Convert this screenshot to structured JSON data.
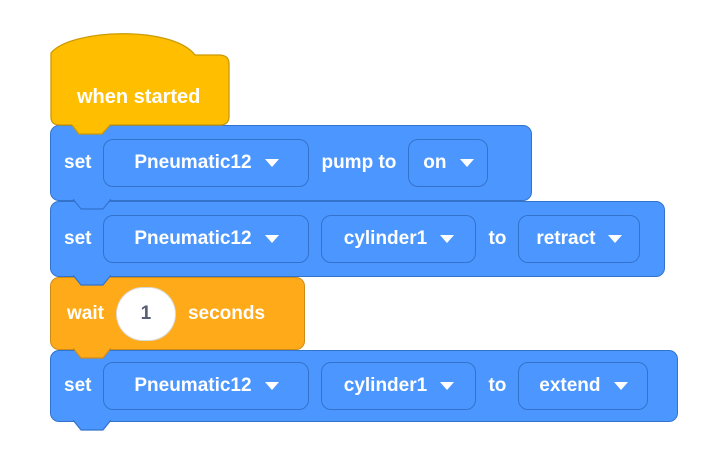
{
  "palette": {
    "block_blue": "#4C97FF",
    "block_blue_border": "#3373CC",
    "hat_gold": "#FFBF00",
    "hat_gold_border": "#CC9900",
    "control_orange": "#FFAB19",
    "control_orange_border": "#CF8B17",
    "block_text": "#FFFFFF",
    "input_text": "#575E75",
    "canvas_bg": "#FFFFFF"
  },
  "icons": {
    "dropdown_arrow": "triangle-down"
  },
  "blocks": {
    "hat": {
      "label": "when started"
    },
    "pump": {
      "set_label": "set",
      "device": "Pneumatic12",
      "middle_label": "pump to",
      "value": "on"
    },
    "retract": {
      "set_label": "set",
      "device": "Pneumatic12",
      "cylinder": "cylinder1",
      "to_label": "to",
      "action": "retract"
    },
    "wait": {
      "label": "wait",
      "duration": "1",
      "suffix": "seconds"
    },
    "extend": {
      "set_label": "set",
      "device": "Pneumatic12",
      "cylinder": "cylinder1",
      "to_label": "to",
      "action": "extend"
    }
  }
}
